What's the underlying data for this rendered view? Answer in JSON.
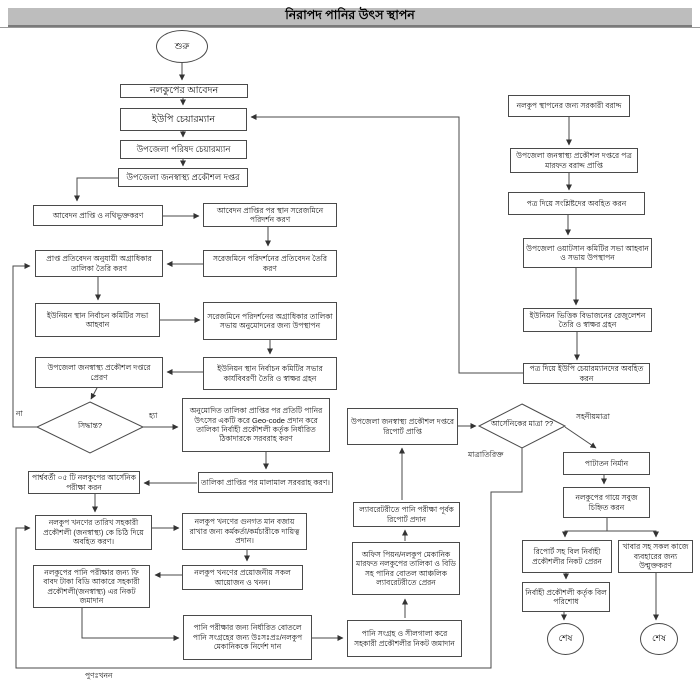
{
  "title": "নিরাপদ পানির উৎস স্থাপন",
  "colors": {
    "title_bar": "#bdbdbd",
    "line": "#4a4a4a",
    "box_fill": "#ffffff",
    "text": "#111111"
  },
  "nodes": {
    "start": "শুরু",
    "apply": "নলকুপের আবেদন",
    "up_chairman": "ইউপি চেয়ারম্যান",
    "upazila_chairman": "উপজেলা পরিষদ চেয়ারম্যান",
    "dphe_office": "উপজেলা  জনস্বাস্থ্য প্রকৌশল দপ্তর",
    "receive_register": "আবেদন প্রাপ্তি ও নথিভুক্তকরণ",
    "priority_list": "প্রাপ্ত প্রতিবেদন অনুযায়ী অগ্রাধিকার তালিকা তৈরি করণ",
    "union_meeting": "ইউনিয়ন স্থান নির্বাচন কমিটির সভা আহবান",
    "send_dphe": "উপজেলা জনস্বাস্থ্য প্রকৌশল দপ্তরে প্রেরণ",
    "decision": "সিদ্ধান্ত?",
    "site_visit": "আবেদন প্রাপ্তির পর স্থান সরেজমিনে পরিদর্শন করণ",
    "visit_report": "সরেজমিনে পরিদর্শনের প্রতিবেদন তৈরি করণ",
    "present_list": "সরেজমিনে পরিদর্শনের অগ্রাধিকার তালিকা সভায় অনুমোদনের জন্য উপস্থাপন",
    "minutes": "ইউনিয়ন স্থান নির্বাচন কমিটির সভার কার্যবিবরণী তৈরি ও স্বাক্ষর গ্রহন",
    "geocode": "অনুমোদিত তালিকা প্রাপ্তির পর প্রতিটি পানির উৎসের একটি করে Geo-code প্রদান করে তালিকা নির্বাহী প্রকৌশলী কর্তৃক নির্ধারিত ঠিকাদারকে সরবরাহ করণ",
    "materials": "তালিকা প্রাপ্তির পর মালামাল সরবরাহ করণ।",
    "arsenic_test5": "পার্শ্ববর্তী ০৫ টি নলকুপের আর্সেনিক পরীক্ষা করন",
    "inform_date": "নলকুপ খনণের তারিখ সহকারী প্রকৌশলী (জনস্বাস্থ্য) কে চিঠি দিয়ে অবহিত করণ।",
    "assign_quality": "নলকুপ খনণের গুনগত মান বজায় রাখার জন্য কর্মকর্তা/কর্মচারীকে দায়িত্ব প্রদান।",
    "drilling": "নলকুপ খনণের প্রয়োজনীয় সকল আয়োজন ও খনন।",
    "fee_deposit": "নলকুপের পানি পরীক্ষার জন্য ফি বাবদ টাকা বিডি আকারে সহকারী প্রকৌশলী(জনস্বাস্থ্য) এর নিকট জমাদান",
    "instruct_bottle": "পানি পরীক্ষার জন্য নির্ধারিত বোতলে পানি সংগ্রহের জন্য উঃসঃপ্রঃ/নলকুপ মেকানিককে নির্দেশ দান",
    "seal_deposit": "পানি সংগ্রহ ও সীলগালা করে সহকারী প্রকৌশলীর নিকট জমাদান",
    "send_lab": "অফিস পিয়ন/নলকুপ মেকানিক মারফত নলকুপের তালিকা ও বিডি সহ পানির বোতল আঞ্চলিক ল্যাবরেটরীতে প্রেরন",
    "lab_report": "ল্যাবরেটরীতে পানি পরীক্ষা পূর্বক রিপোর্ট প্রদান",
    "report_received": "উপজেলা জনস্বাস্থ্য প্রকৌশল দপ্তরে রিপোর্ট প্রাপ্তি",
    "arsenic_level": "আর্সেনিকের মাত্রা ??",
    "govt_allocation": "নলকুপ স্থাপনের জন্য সরকারী বরাদ্দ",
    "allocation_letter": "উপজেলা জনস্বাস্থ্য প্রকৌশল দপ্তরে পত্র মারফত বরাদ্দ প্রাপ্তি",
    "inform_letter": "পত্র দিয়ে সংশ্লিষ্টদের অবহিত করন",
    "watsan_meeting": "উপজেলা ওয়াটসান কমিটির সভা আহবান ও সভায় উপস্থাপন",
    "union_resolution": "ইউনিয়ন ভিত্তিক বিভাজনের রেজুলেশন তৈরি ও স্বাক্ষর গ্রহন",
    "inform_up_chairmen": "পত্র দিয়ে ইউপি চেয়ারম্যানদের অবহিত করন",
    "platform": "পাটাতন নির্মান",
    "green_mark": "নলকুপের গায়ে সবুজ চিহ্নিত করন",
    "bill_report": "রিপোর্ট সহ বিল নির্বাহী প্রকৌশলীর নিকট প্রেরন",
    "open_use": "খাবার সহ সকল কাজে ব্যবহারের জন্য উন্মুক্তকরণ",
    "bill_payment": "নির্বাহী প্রকৌশলী কর্তৃক বিল পরিশোধ",
    "end1": "শেষ",
    "end2": "শেষ"
  },
  "edge_labels": {
    "no": "না",
    "yes": "হ্যা",
    "tolerable": "সহনীয়মাত্রা",
    "excessive": "মাত্রাতিরিক্ত",
    "redrill": "পুণঃখনন"
  }
}
